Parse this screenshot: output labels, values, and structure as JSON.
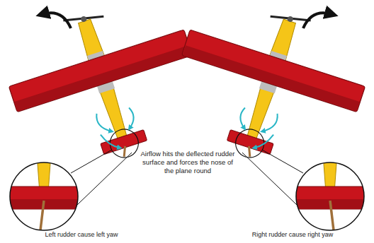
{
  "diagram": {
    "labels": [
      "Airflow hits the deflected rudder surface and forces the nose of the plane round",
      "Left rudder cause left yaw",
      "Right rudder cause right yaw"
    ]
  }
}
